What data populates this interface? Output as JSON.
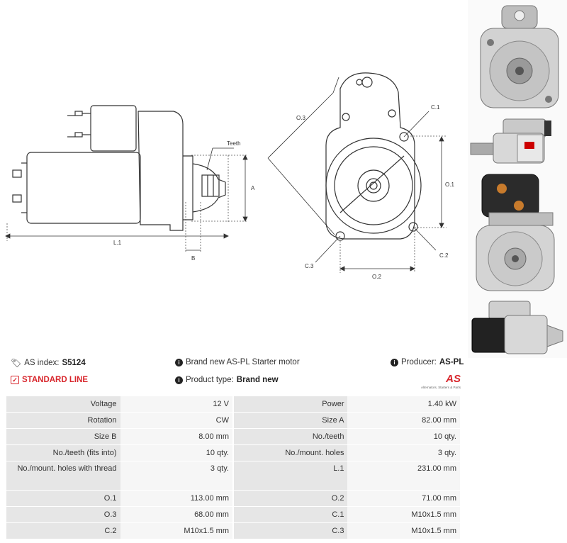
{
  "drawing": {
    "labels": {
      "teeth": "Teeth",
      "a": "A",
      "b": "B",
      "l1": "L.1",
      "o1": "O.1",
      "o2": "O.2",
      "o3": "O.3",
      "c1": "C.1",
      "c2": "C.2",
      "c3": "C.3"
    }
  },
  "info": {
    "as_index_label": "AS index:",
    "as_index_value": "S5124",
    "description": "Brand new AS-PL Starter motor",
    "producer_label": "Producer:",
    "producer_value": "AS-PL",
    "standard_line": "STANDARD LINE",
    "product_type_label": "Product type:",
    "product_type_value": "Brand new",
    "logo_text": "AS",
    "logo_tagline": "Alternators, Starters & Parts"
  },
  "specs": [
    {
      "l1": "Voltage",
      "v1": "12 V",
      "l2": "Power",
      "v2": "1.40 kW"
    },
    {
      "l1": "Rotation",
      "v1": "CW",
      "l2": "Size A",
      "v2": "82.00 mm"
    },
    {
      "l1": "Size B",
      "v1": "8.00 mm",
      "l2": "No./teeth",
      "v2": "10 qty."
    },
    {
      "l1": "No./teeth (fits into)",
      "v1": "10 qty.",
      "l2": "No./mount. holes",
      "v2": "3 qty."
    },
    {
      "l1": "No./mount. holes with thread",
      "v1": "3 qty.",
      "l2": "L.1",
      "v2": "231.00 mm"
    },
    {
      "l1": "O.1",
      "v1": "113.00 mm",
      "l2": "O.2",
      "v2": "71.00 mm"
    },
    {
      "l1": "O.3",
      "v1": "68.00 mm",
      "l2": "C.1",
      "v2": "M10x1.5 mm"
    },
    {
      "l1": "C.2",
      "v1": "M10x1.5 mm",
      "l2": "C.3",
      "v2": "M10x1.5 mm"
    }
  ]
}
